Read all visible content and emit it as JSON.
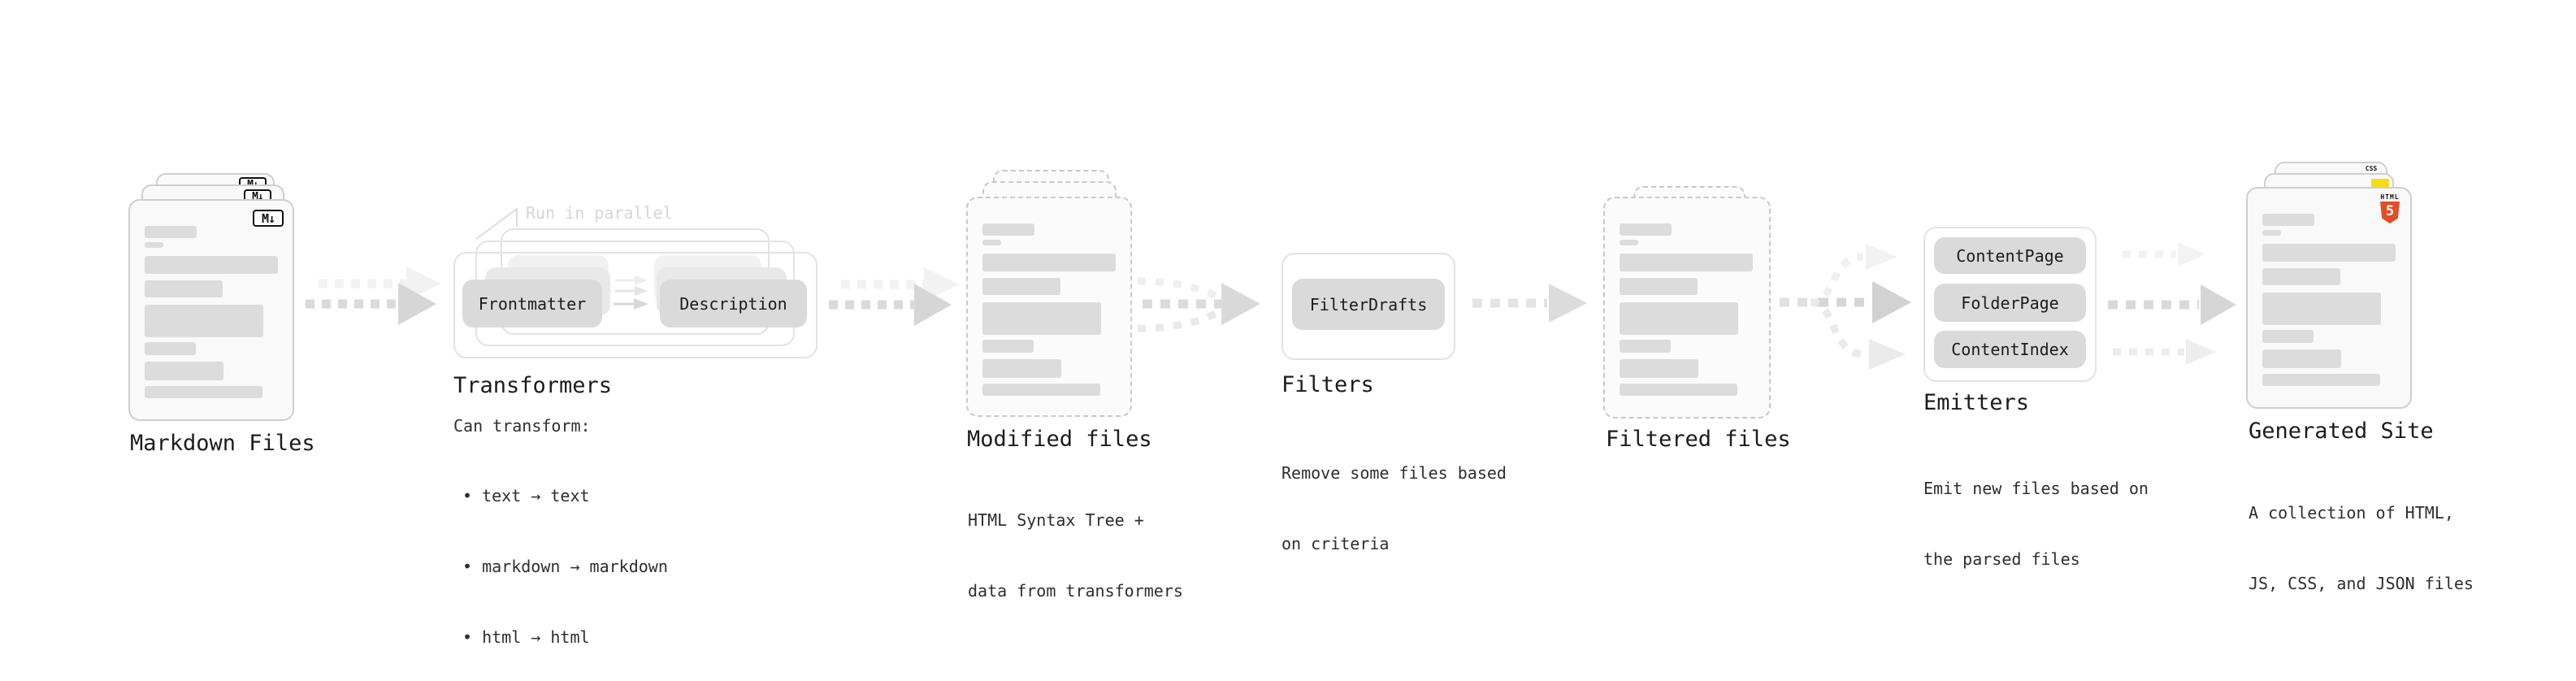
{
  "diagram": {
    "stages": {
      "markdown": {
        "title": "Markdown Files",
        "badge": "M↓"
      },
      "transformers": {
        "title": "Transformers",
        "note": "Run in parallel",
        "chip_left": "Frontmatter",
        "chip_right": "Description",
        "desc_heading": "Can transform:",
        "bullets": [
          "• text → text",
          "• markdown → markdown",
          "• html → html"
        ]
      },
      "modified": {
        "title": "Modified files",
        "desc": [
          "HTML Syntax Tree +",
          "data from transformers"
        ]
      },
      "filters": {
        "title": "Filters",
        "chip": "FilterDrafts",
        "desc": [
          "Remove some files based",
          "on criteria"
        ]
      },
      "filtered": {
        "title": "Filtered files"
      },
      "emitters": {
        "title": "Emitters",
        "chips": [
          "ContentPage",
          "FolderPage",
          "ContentIndex"
        ],
        "desc": [
          "Emit new files based on",
          "the parsed files"
        ]
      },
      "generated": {
        "title": "Generated Site",
        "desc": [
          "A collection of HTML,",
          "JS, CSS, and JSON files"
        ],
        "badges": {
          "css": "CSS",
          "html": "HTML",
          "html_number": "5"
        }
      }
    },
    "colors": {
      "html5_orange": "#e44d26",
      "js_yellow": "#f5de19",
      "css_blue": "#2563eb",
      "chip_gray": "#dadada",
      "arrow_gray": "#d8d8d8",
      "ghost_gray": "#f1f1f1",
      "skeleton_gray": "#dcdcdc",
      "note_gray": "#d6d6d6",
      "text_dark": "#1c1c1c"
    }
  }
}
